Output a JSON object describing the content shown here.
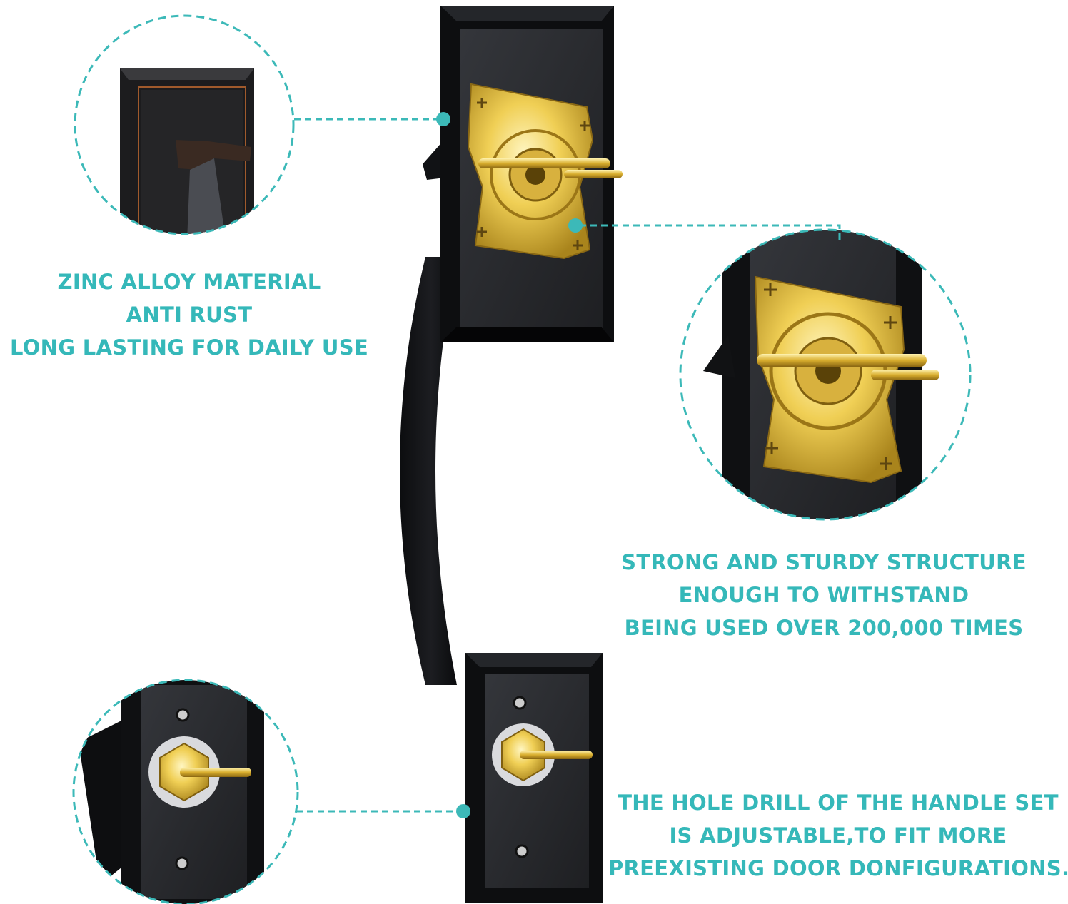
{
  "features": [
    {
      "id": "zinc",
      "lines": [
        "ZINC ALLOY MATERIAL",
        "ANTI RUST",
        "LONG LASTING FOR DAILY USE"
      ]
    },
    {
      "id": "strong",
      "lines": [
        "STRONG AND STURDY STRUCTURE",
        "ENOUGH TO WITHSTAND",
        "BEING USED OVER 200,000 TIMES"
      ]
    },
    {
      "id": "hole",
      "lines": [
        "THE HOLE DRILL OF THE HANDLE SET",
        "IS ADJUSTABLE,TO FIT MORE",
        "PREEXISTING DOOR DONFIGURATIONS."
      ]
    }
  ],
  "colors": {
    "accent": "#35b8b9",
    "handle": "#17181b",
    "plate_inner": "#2a2c30",
    "brass": "#f0cf55",
    "bronze_trim": "#a05a2c"
  }
}
